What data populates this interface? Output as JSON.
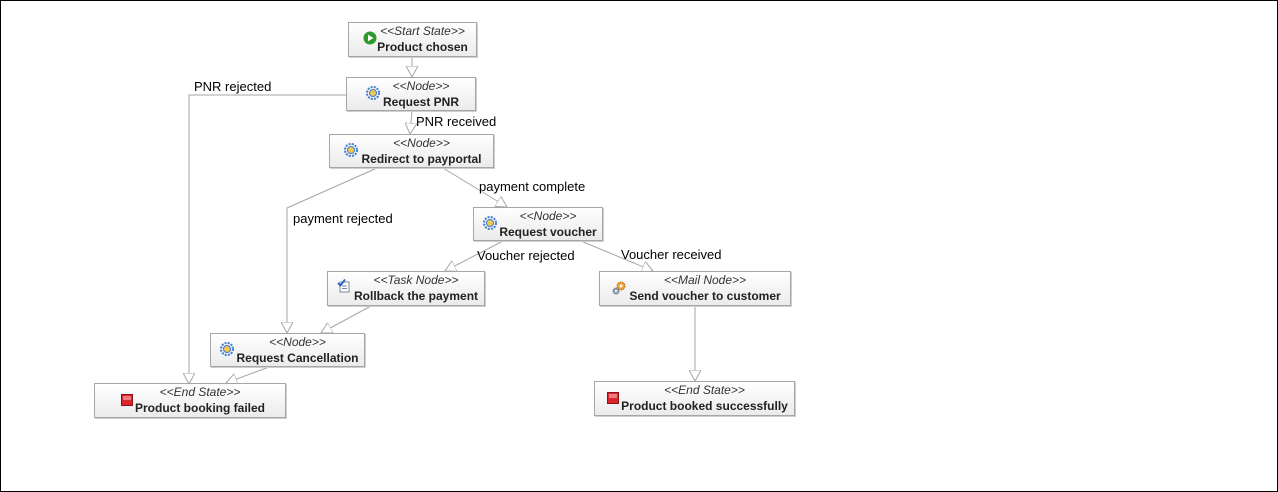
{
  "nodes": {
    "start": {
      "stereotype": "<<Start State>>",
      "name": "Product chosen",
      "icon": "play-icon"
    },
    "requestPnr": {
      "stereotype": "<<Node>>",
      "name": "Request PNR",
      "icon": "gear-icon"
    },
    "redirect": {
      "stereotype": "<<Node>>",
      "name": "Redirect to payportal",
      "icon": "gear-icon"
    },
    "voucher": {
      "stereotype": "<<Node>>",
      "name": "Request voucher",
      "icon": "gear-icon"
    },
    "rollback": {
      "stereotype": "<<Task Node>>",
      "name": "Rollback the payment",
      "icon": "task-checklist-icon"
    },
    "mail": {
      "stereotype": "<<Mail Node>>",
      "name": "Send voucher to customer",
      "icon": "mail-gears-icon"
    },
    "cancel": {
      "stereotype": "<<Node>>",
      "name": "Request Cancellation",
      "icon": "gear-icon"
    },
    "endFail": {
      "stereotype": "<<End State>>",
      "name": "Product booking failed",
      "icon": "stop-icon"
    },
    "endOk": {
      "stereotype": "<<End State>>",
      "name": "Product booked successfully",
      "icon": "stop-icon"
    }
  },
  "edges": {
    "pnr_rejected": "PNR rejected",
    "pnr_received": "PNR received",
    "payment_complete": "payment complete",
    "payment_rejected": "payment rejected",
    "voucher_rejected": "Voucher rejected",
    "voucher_received": "Voucher received"
  },
  "colors": {
    "node_border": "#a6a6a6",
    "edge": "#a6a6a6",
    "start_icon": "#2e9a2e",
    "stop_icon": "#d9262c",
    "gear_icon": "#3d7bd1"
  }
}
